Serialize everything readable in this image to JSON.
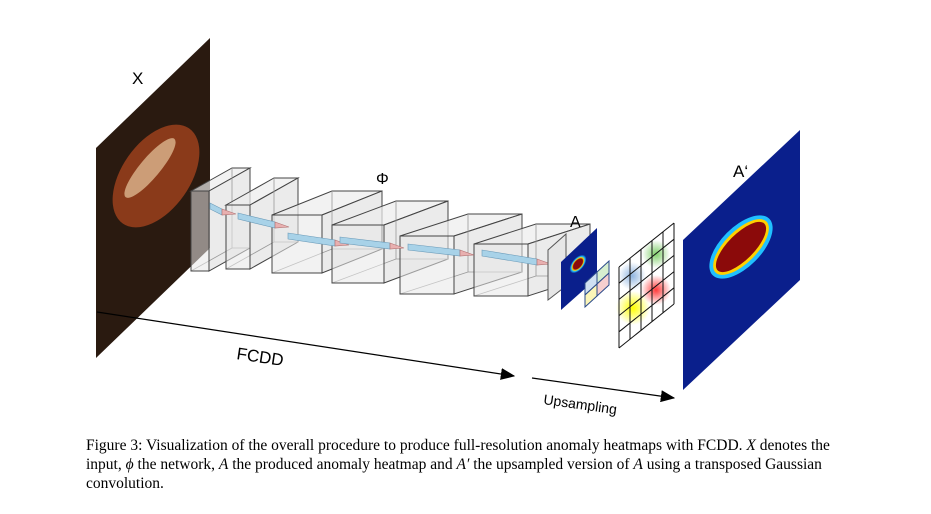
{
  "figure": {
    "labels": {
      "input": "X",
      "network": "Φ",
      "heatmap": "A",
      "upsampled": "A‘",
      "fcdd_arrow": "FCDD",
      "upsampling_arrow": "Upsampling"
    },
    "colors": {
      "input_bg": "#2a1a10",
      "object": "#8a3a1a",
      "heatmap_bg": "#0a1f8c",
      "heatmap_hot": "#8b0a0a",
      "layer_fill": "#e6e6e6",
      "kernel_blue": "#a8d2e8",
      "kernel_red": "#e8b0b0"
    },
    "kernel_grid_colors": [
      "#cfe0f2",
      "#d6efcf",
      "#fbf5b8",
      "#f6cfcf"
    ]
  },
  "caption": {
    "prefix": "Figure 3: Visualization of the overall procedure to produce full-resolution anomaly heatmaps with FCDD. ",
    "x": "X",
    "t1": " denotes the input, ",
    "phi": "ϕ",
    "t2": " the network, ",
    "a": "A",
    "t3": " the produced anomaly heatmap and ",
    "aprime": "A′",
    "t4": " the upsampled version of ",
    "a2": "A",
    "t5": " using a transposed Gaussian convolution."
  }
}
